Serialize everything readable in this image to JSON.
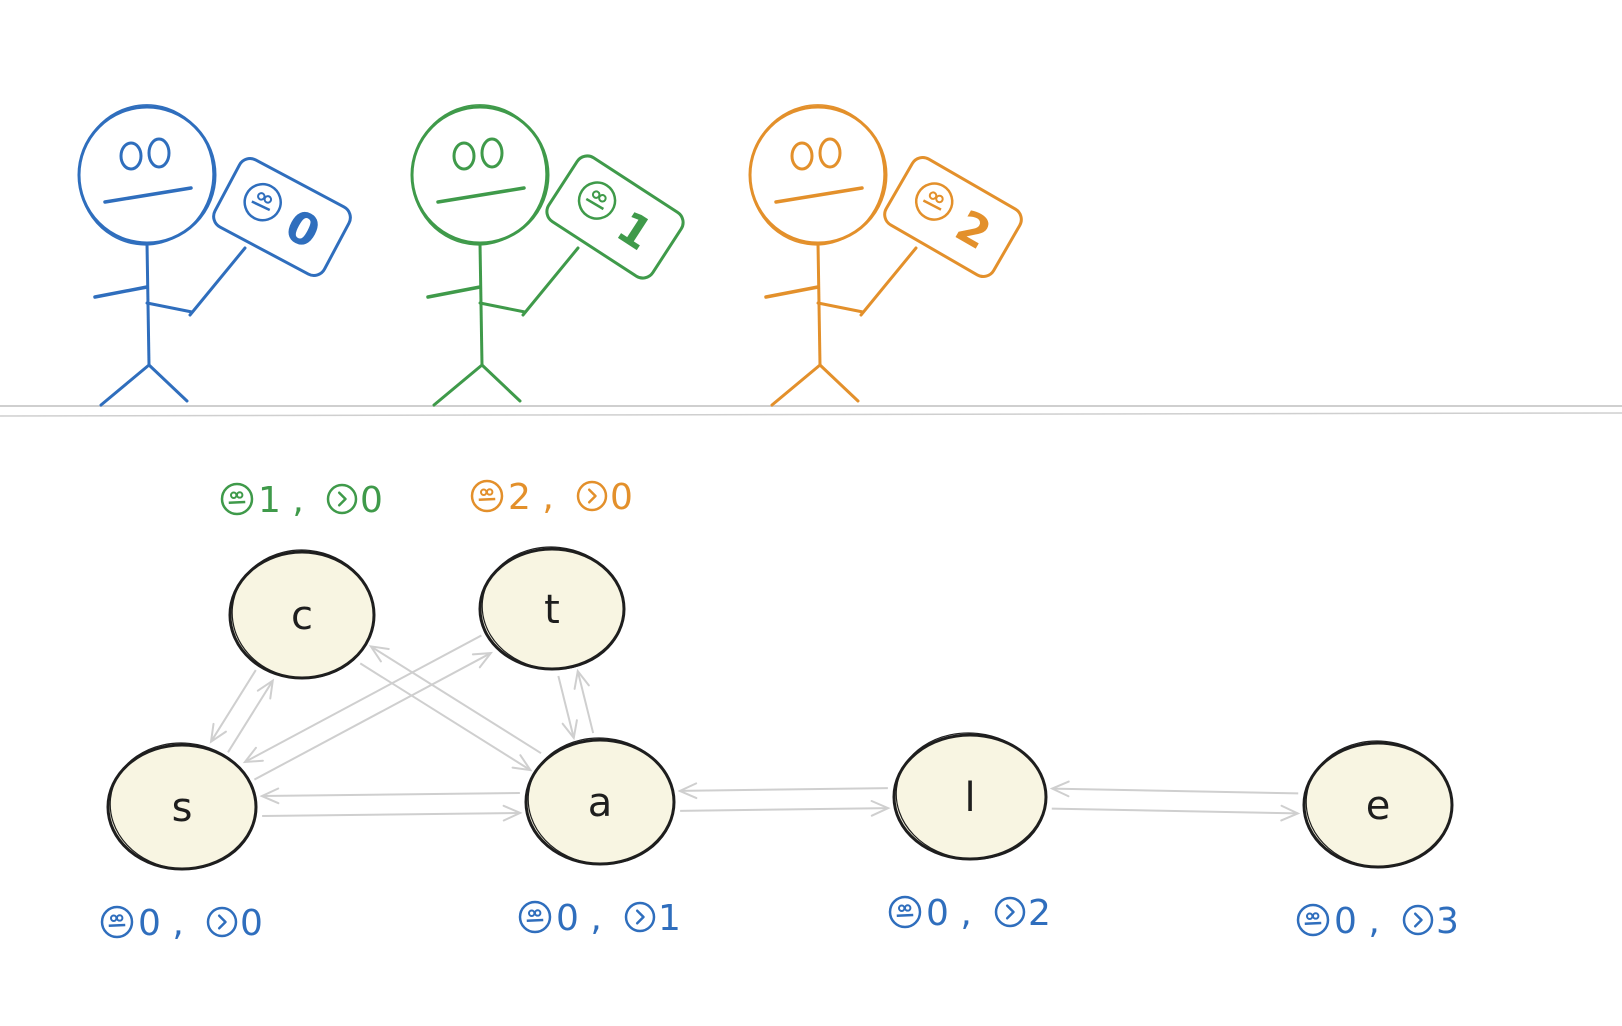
{
  "colors": {
    "blue": "#2f6ebd",
    "green": "#3f9a4a",
    "orange": "#e3902b",
    "node_fill": "#f8f5e2",
    "node_stroke": "#1e1e1e",
    "edge": "#cfcfcf",
    "ground": "#cfcfcf"
  },
  "figures": [
    {
      "id": "p0",
      "color": "blue",
      "sign_icon": "face-icon",
      "sign_value": "0"
    },
    {
      "id": "p1",
      "color": "green",
      "sign_icon": "face-icon",
      "sign_value": "1"
    },
    {
      "id": "p2",
      "color": "orange",
      "sign_icon": "face-icon",
      "sign_value": "2"
    }
  ],
  "nodes": [
    {
      "id": "c",
      "letter": "c",
      "label_pre": "1 ,",
      "label_post": "0",
      "label_color": "green",
      "label_pos": "above"
    },
    {
      "id": "t",
      "letter": "t",
      "label_pre": "2 ,",
      "label_post": "0",
      "label_color": "orange",
      "label_pos": "above"
    },
    {
      "id": "s",
      "letter": "s",
      "label_pre": "0 ,",
      "label_post": "0",
      "label_color": "blue",
      "label_pos": "below"
    },
    {
      "id": "a",
      "letter": "a",
      "label_pre": "0 ,",
      "label_post": "1",
      "label_color": "blue",
      "label_pos": "below"
    },
    {
      "id": "l",
      "letter": "l",
      "label_pre": "0 ,",
      "label_post": "2",
      "label_color": "blue",
      "label_pos": "below"
    },
    {
      "id": "e",
      "letter": "e",
      "label_pre": "0 ,",
      "label_post": "3",
      "label_color": "blue",
      "label_pos": "below"
    }
  ],
  "edges": [
    {
      "from": "s",
      "to": "a"
    },
    {
      "from": "a",
      "to": "s"
    },
    {
      "from": "a",
      "to": "l"
    },
    {
      "from": "l",
      "to": "a"
    },
    {
      "from": "l",
      "to": "e"
    },
    {
      "from": "e",
      "to": "l"
    },
    {
      "from": "s",
      "to": "c"
    },
    {
      "from": "c",
      "to": "s"
    },
    {
      "from": "s",
      "to": "t"
    },
    {
      "from": "t",
      "to": "s"
    },
    {
      "from": "c",
      "to": "a"
    },
    {
      "from": "a",
      "to": "c"
    },
    {
      "from": "t",
      "to": "a"
    },
    {
      "from": "a",
      "to": "t"
    }
  ],
  "label_icons": {
    "first": "face-icon",
    "second": "chevron-circle-icon"
  }
}
